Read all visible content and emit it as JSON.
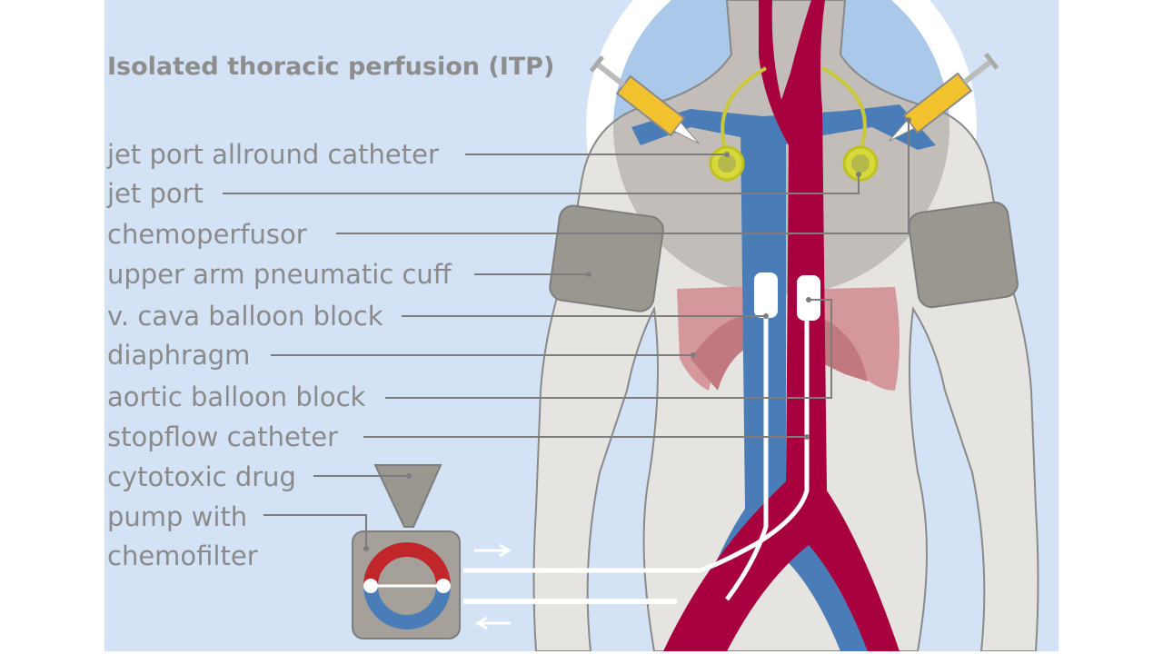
{
  "title": "Isolated thoracic perfusion (ITP)",
  "labels": {
    "jet_port_allround_catheter": "jet port allround catheter",
    "jet_port": "jet port",
    "chemoperfusor": "chemoperfusor",
    "upper_arm_cuff": "upper arm pneumatic cuff",
    "v_cava_balloon": "v. cava balloon block",
    "diaphragm": "diaphragm",
    "aortic_balloon": "aortic balloon block",
    "stopflow_catheter": "stopflow catheter",
    "cytotoxic_drug": "cytotoxic drug",
    "pump_line1": "pump with",
    "pump_line2": "chemofilter"
  },
  "colors": {
    "background": "#d3e2f5",
    "artery": "#a8003f",
    "vein": "#4a7db8",
    "body": "#e6e4e1",
    "chest_circle": "#c2bdb8",
    "port": "#d7d83a",
    "syringe": "#f2c12e",
    "cuff": "#9a9690",
    "lung": "#d4979c",
    "text": "#8a8a8a"
  }
}
